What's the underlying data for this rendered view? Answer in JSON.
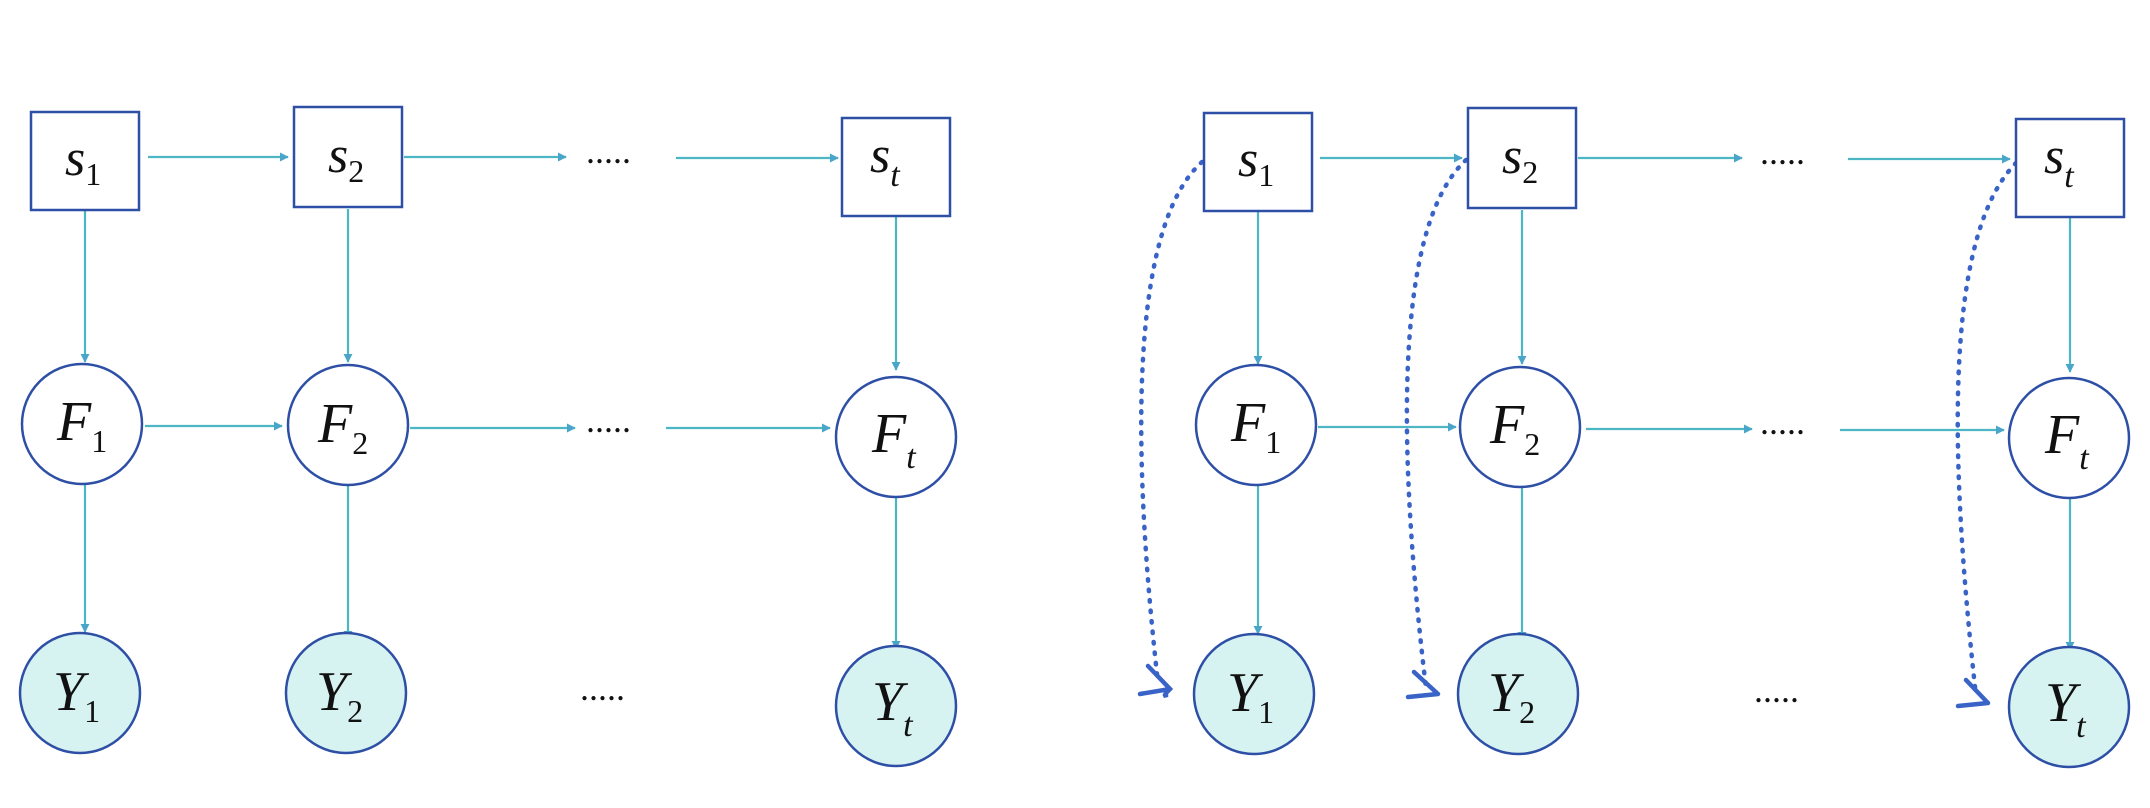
{
  "ellipsis": ".....",
  "panels": [
    {
      "id": "left",
      "s": [
        {
          "base": "s",
          "sub": "1"
        },
        {
          "base": "s",
          "sub": "2"
        },
        {
          "base": "s",
          "sub": "t"
        }
      ],
      "f": [
        {
          "base": "F",
          "sub": "1"
        },
        {
          "base": "F",
          "sub": "2"
        },
        {
          "base": "F",
          "sub": "t"
        }
      ],
      "y": [
        {
          "base": "Y",
          "sub": "1"
        },
        {
          "base": "Y",
          "sub": "2"
        },
        {
          "base": "Y",
          "sub": "t"
        }
      ]
    },
    {
      "id": "right",
      "s": [
        {
          "base": "s",
          "sub": "1"
        },
        {
          "base": "s",
          "sub": "2"
        },
        {
          "base": "s",
          "sub": "t"
        }
      ],
      "f": [
        {
          "base": "F",
          "sub": "1"
        },
        {
          "base": "F",
          "sub": "2"
        },
        {
          "base": "F",
          "sub": "t"
        }
      ],
      "y": [
        {
          "base": "Y",
          "sub": "1"
        },
        {
          "base": "Y",
          "sub": "2"
        },
        {
          "base": "Y",
          "sub": "t"
        }
      ]
    }
  ],
  "colors": {
    "connector": "#4cb6c4",
    "node_stroke": "#2d4fa6",
    "observed_fill": "#d6f3f1",
    "dotted_arrow": "#3a63c8"
  }
}
